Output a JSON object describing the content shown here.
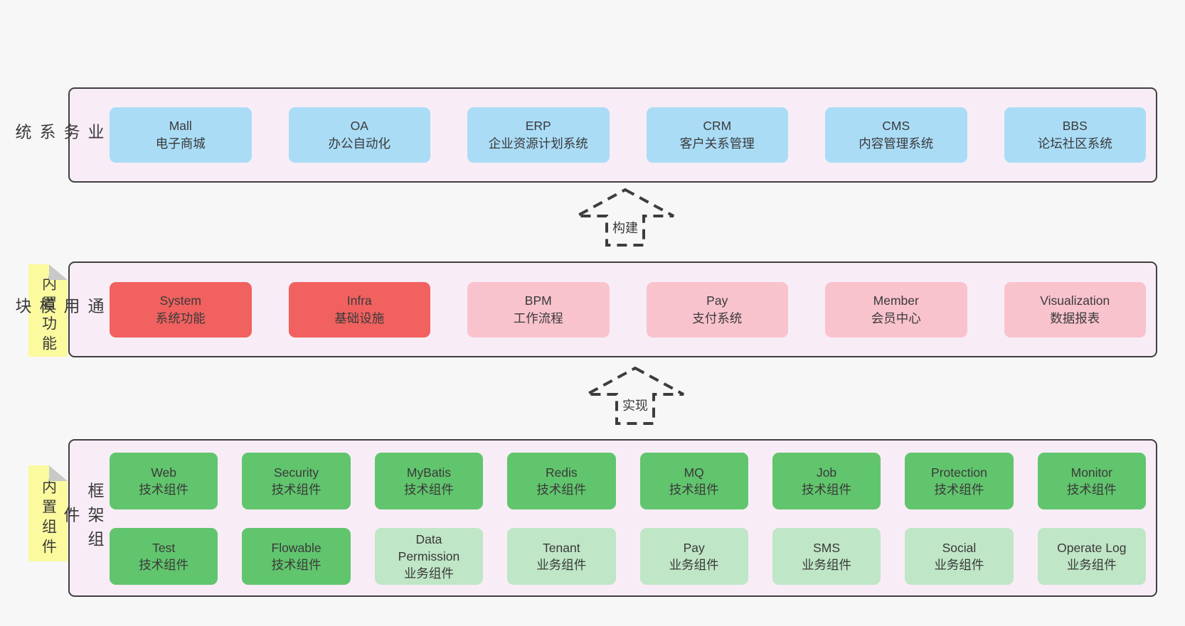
{
  "colors": {
    "page_bg": "#f7f7f7",
    "layer_bg": "#f8edf6",
    "layer_border": "#3f3f3f",
    "text": "#3a3a3a",
    "blue": "#aadcf6",
    "red": "#f0615f",
    "pink": "#f9c3ce",
    "green": "#61c56d",
    "light_green": "#bfe6c6",
    "sticky_yellow": "#fbfa9e",
    "sticky_fold": "#c9c9c9",
    "arrow_line": "#3d3d3d"
  },
  "layers": [
    {
      "label": "业务系统",
      "boxes": [
        {
          "en": "Mall",
          "zh": "电子商城",
          "type": "blue"
        },
        {
          "en": "OA",
          "zh": "办公自动化",
          "type": "blue"
        },
        {
          "en": "ERP",
          "zh": "企业资源计划系统",
          "type": "blue"
        },
        {
          "en": "CRM",
          "zh": "客户关系管理",
          "type": "blue"
        },
        {
          "en": "CMS",
          "zh": "内容管理系统",
          "type": "blue"
        },
        {
          "en": "BBS",
          "zh": "论坛社区系统",
          "type": "blue"
        }
      ]
    },
    {
      "label": "通用模块",
      "sticky": "内置功能",
      "boxes": [
        {
          "en": "System",
          "zh": "系统功能",
          "type": "red"
        },
        {
          "en": "Infra",
          "zh": "基础设施",
          "type": "red"
        },
        {
          "en": "BPM",
          "zh": "工作流程",
          "type": "pink"
        },
        {
          "en": "Pay",
          "zh": "支付系统",
          "type": "pink"
        },
        {
          "en": "Member",
          "zh": "会员中心",
          "type": "pink"
        },
        {
          "en": "Visualization",
          "zh": "数据报表",
          "type": "pink"
        }
      ]
    },
    {
      "label": "框架组件",
      "sticky": "内置组件",
      "rows": [
        [
          {
            "en": "Web",
            "zh": "技术组件",
            "type": "green"
          },
          {
            "en": "Security",
            "zh": "技术组件",
            "type": "green"
          },
          {
            "en": "MyBatis",
            "zh": "技术组件",
            "type": "green"
          },
          {
            "en": "Redis",
            "zh": "技术组件",
            "type": "green"
          },
          {
            "en": "MQ",
            "zh": "技术组件",
            "type": "green"
          },
          {
            "en": "Job",
            "zh": "技术组件",
            "type": "green"
          },
          {
            "en": "Protection",
            "zh": "技术组件",
            "type": "green"
          },
          {
            "en": "Monitor",
            "zh": "技术组件",
            "type": "green"
          }
        ],
        [
          {
            "en": "Test",
            "zh": "技术组件",
            "type": "green"
          },
          {
            "en": "Flowable",
            "zh": "技术组件",
            "type": "green"
          },
          {
            "en": "Data Permission",
            "zh": "业务组件",
            "type": "light_green"
          },
          {
            "en": "Tenant",
            "zh": "业务组件",
            "type": "light_green"
          },
          {
            "en": "Pay",
            "zh": "业务组件",
            "type": "light_green"
          },
          {
            "en": "SMS",
            "zh": "业务组件",
            "type": "light_green"
          },
          {
            "en": "Social",
            "zh": "业务组件",
            "type": "light_green"
          },
          {
            "en": "Operate Log",
            "zh": "业务组件",
            "type": "light_green"
          }
        ]
      ]
    }
  ],
  "arrows": [
    {
      "label": "构建"
    },
    {
      "label": "实现"
    }
  ]
}
